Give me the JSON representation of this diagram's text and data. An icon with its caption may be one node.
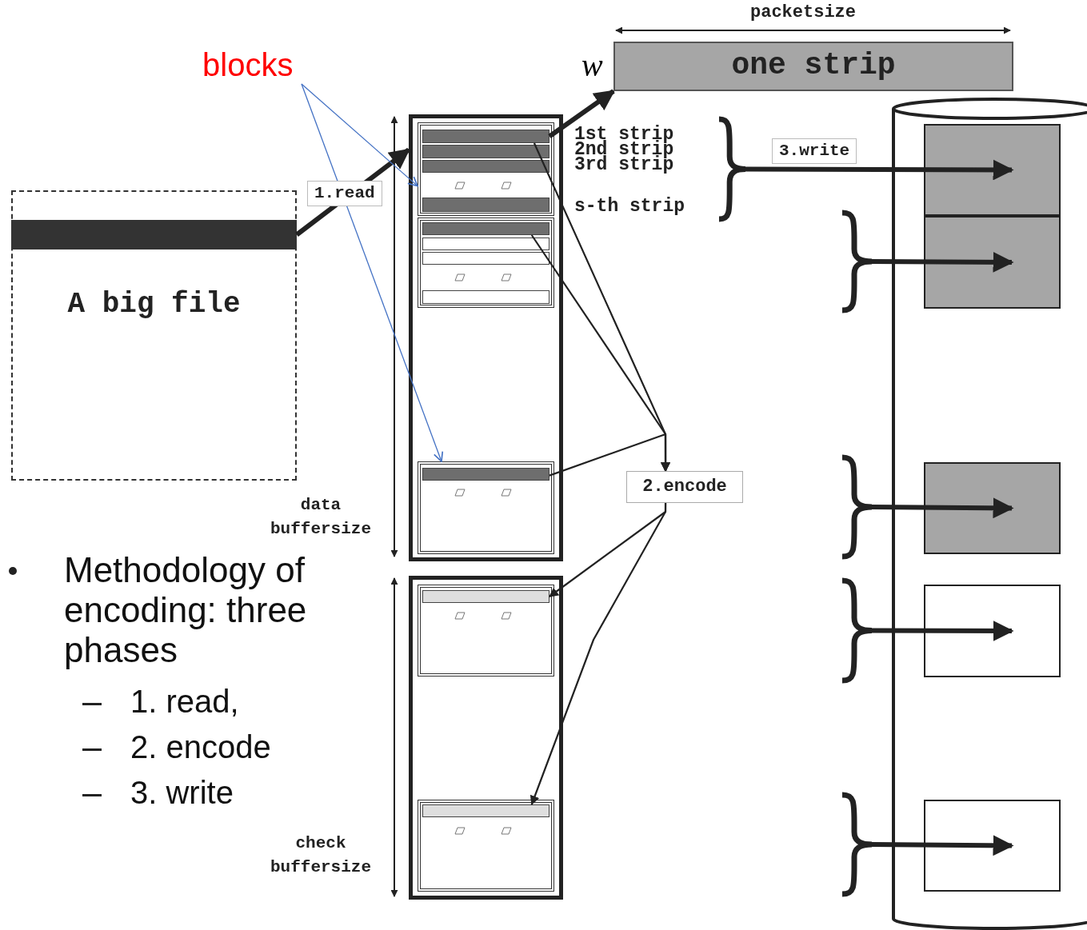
{
  "diagram": {
    "nodes": [
      {
        "text": [
          "blocks"
        ]
      },
      {
        "text": [
          "one strip"
        ]
      },
      {
        "text": [
          "A big file"
        ]
      },
      {
        "text": [],
        "shape": "bar",
        "in": 2
      },
      {
        "text": [],
        "shape": "box"
      },
      {
        "text": [],
        "shape": "box",
        "in": 4
      },
      {
        "text": [],
        "shape": "bar",
        "in": 5
      },
      {
        "text": [],
        "shape": "bar",
        "in": 5
      },
      {
        "text": [],
        "shape": "bar",
        "in": 5
      },
      {
        "text": [],
        "shape": "bar",
        "in": 5
      },
      {
        "text": [],
        "shape": "box",
        "in": 4
      },
      {
        "text": [],
        "shape": "bar",
        "in": 10
      },
      {
        "text": [],
        "shape": "bar",
        "in": 10
      },
      {
        "text": [],
        "shape": "bar",
        "in": 10
      },
      {
        "text": [],
        "shape": "bar",
        "in": 10
      },
      {
        "text": [],
        "shape": "box",
        "in": 4
      },
      {
        "text": [],
        "shape": "bar",
        "in": 15
      },
      {
        "text": [
          "2.encode"
        ]
      },
      {
        "text": [],
        "shape": "box"
      },
      {
        "text": [],
        "shape": "box",
        "in": 18
      },
      {
        "text": [],
        "shape": "bar",
        "in": 19
      },
      {
        "text": [],
        "shape": "box",
        "in": 18
      },
      {
        "text": [],
        "shape": "bar",
        "in": 21
      },
      {
        "text": [],
        "shape": "cylinder"
      },
      {
        "text": [],
        "shape": "box",
        "in": 23
      },
      {
        "text": [],
        "shape": "box",
        "in": 23
      },
      {
        "text": [],
        "shape": "box",
        "in": 23
      },
      {
        "text": [],
        "shape": "box",
        "in": 23
      },
      {
        "text": [],
        "shape": "box",
        "in": 23
      },
      {
        "text": [],
        "shape": "brace"
      },
      {
        "text": [],
        "shape": "brace"
      },
      {
        "text": [],
        "shape": "brace"
      },
      {
        "text": [],
        "shape": "brace"
      },
      {
        "text": [],
        "shape": "brace"
      }
    ],
    "edges": [
      {
        "from": 3,
        "to": 4,
        "arrow": "to",
        "label": "1.read",
        "style": "thick"
      },
      {
        "from": 6,
        "to": 1,
        "arrow": "to",
        "style": "thick"
      },
      {
        "from": 0,
        "to": 5,
        "arrow": "to",
        "color": "#4472c4"
      },
      {
        "from": 0,
        "to": 15,
        "arrow": "to",
        "color": "#4472c4"
      },
      {
        "from": 6,
        "to": 17,
        "arrow": "to"
      },
      {
        "from": 11,
        "to": 17,
        "arrow": "to"
      },
      {
        "from": 16,
        "to": 17,
        "arrow": "to"
      },
      {
        "from": 17,
        "to": 20,
        "arrow": "to"
      },
      {
        "from": 17,
        "to": 22,
        "arrow": "to"
      },
      {
        "from": 29,
        "to": 24,
        "arrow": "to",
        "label": "3.write",
        "style": "thick"
      },
      {
        "from": 30,
        "to": 25,
        "arrow": "to",
        "style": "thick"
      },
      {
        "from": 31,
        "to": 26,
        "arrow": "to",
        "style": "thick"
      },
      {
        "from": 32,
        "to": 27,
        "arrow": "to",
        "style": "thick"
      },
      {
        "from": 33,
        "to": 28,
        "arrow": "to",
        "style": "thick"
      }
    ],
    "labels": [
      "packetsize",
      "w",
      "1st strip",
      "2nd strip",
      "3rd strip",
      "s-th strip",
      "data buffersize",
      "Methodology of encoding: three phases",
      "1. read,",
      "2. encode",
      "3. write",
      "check buffersize"
    ]
  }
}
